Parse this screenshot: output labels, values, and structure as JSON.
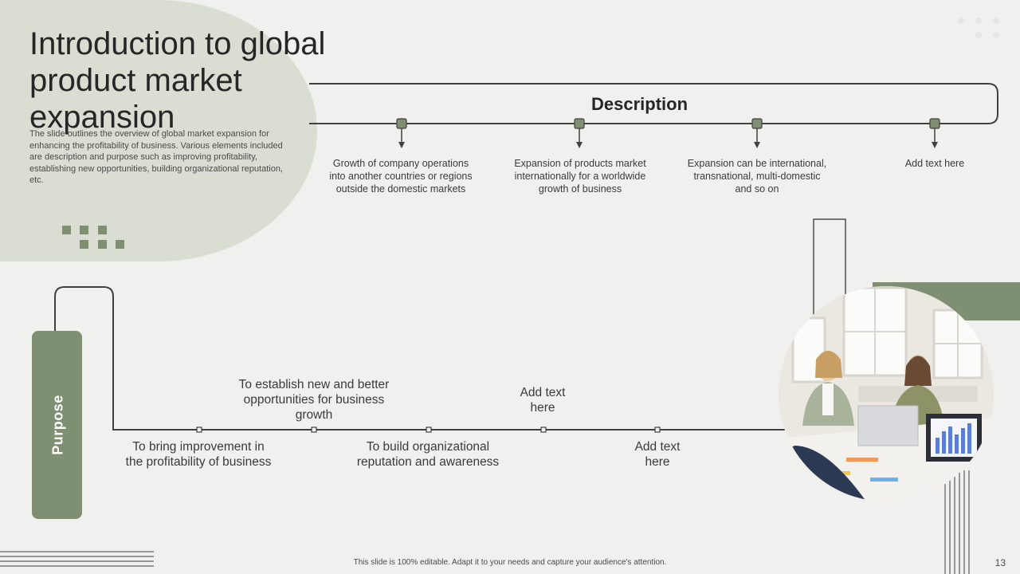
{
  "slide": {
    "title": "Introduction to global product market expansion",
    "subtitle": "The slide outlines the overview of global market expansion for enhancing the profitability of business. Various elements included are description and purpose such as improving profitability, establishing new opportunities, building organizational reputation, etc."
  },
  "description": {
    "heading": "Description",
    "items": [
      "Growth of company operations into another countries or regions outside the domestic markets",
      "Expansion of products market internationally for a worldwide growth of business",
      "Expansion can be international, transnational, multi-domestic and so on",
      "Add text here"
    ]
  },
  "purpose": {
    "label": "Purpose",
    "items": [
      "To bring improvement in the profitability of business",
      "To establish new and better opportunities for business growth",
      "To build organizational reputation and awareness",
      "Add text here",
      "Add text here"
    ]
  },
  "footer": {
    "note": "This slide is 100% editable. Adapt it to your needs and capture your audience's attention.",
    "page_number": "13"
  },
  "colors": {
    "accent": "#7f8f72",
    "blob": "#d9ddd2",
    "background": "#f0f0ee",
    "line": "#404040"
  },
  "image": {
    "icon": "meeting-photo"
  }
}
